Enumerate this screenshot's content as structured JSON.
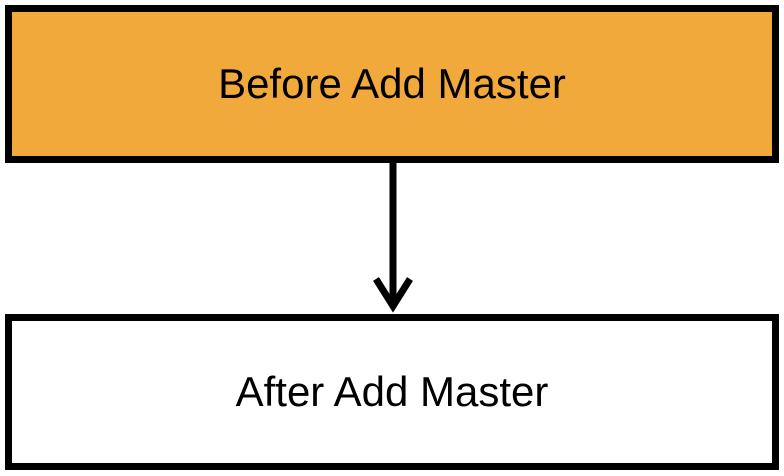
{
  "diagram": {
    "nodes": [
      {
        "id": "before",
        "label": "Before Add Master",
        "fill": "#f2a93b"
      },
      {
        "id": "after",
        "label": "After Add Master",
        "fill": "#ffffff"
      }
    ],
    "edges": [
      {
        "from": "before",
        "to": "after"
      }
    ],
    "border_color": "#000000",
    "arrow_color": "#000000"
  }
}
